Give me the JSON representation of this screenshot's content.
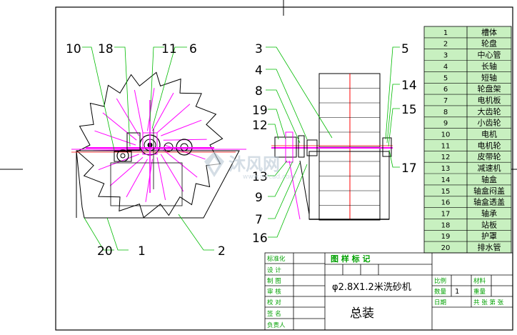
{
  "callouts": {
    "n10": "10",
    "n18": "18",
    "n11": "11",
    "n6": "6",
    "n3": "3",
    "n4": "4",
    "n8": "8",
    "n19": "19",
    "n12": "12",
    "n13": "13",
    "n9": "9",
    "n7": "7",
    "n16": "16",
    "n5": "5",
    "n14": "14",
    "n15": "15",
    "n17": "17",
    "n20": "20",
    "n1": "1",
    "n2": "2"
  },
  "parts_list": [
    {
      "no": "1",
      "name": "槽体"
    },
    {
      "no": "2",
      "name": "轮盘"
    },
    {
      "no": "3",
      "name": "中心管"
    },
    {
      "no": "4",
      "name": "长轴"
    },
    {
      "no": "5",
      "name": "短轴"
    },
    {
      "no": "6",
      "name": "轮盘架"
    },
    {
      "no": "7",
      "name": "电机板"
    },
    {
      "no": "8",
      "name": "大齿轮"
    },
    {
      "no": "9",
      "name": "小齿轮"
    },
    {
      "no": "10",
      "name": "电机"
    },
    {
      "no": "11",
      "name": "电机轮"
    },
    {
      "no": "12",
      "name": "皮带轮"
    },
    {
      "no": "13",
      "name": "减速机"
    },
    {
      "no": "14",
      "name": "轴盒"
    },
    {
      "no": "15",
      "name": "轴盒闷盖"
    },
    {
      "no": "16",
      "name": "轴盒透盖"
    },
    {
      "no": "17",
      "name": "轴承"
    },
    {
      "no": "18",
      "name": "站板"
    },
    {
      "no": "19",
      "name": "护罩"
    },
    {
      "no": "20",
      "name": "排水管"
    }
  ],
  "title_block": {
    "left_labels": [
      "标准化",
      "设 计",
      "制 图",
      "审 核",
      "校 对",
      "签 名",
      "负责人"
    ],
    "pattern_mark": "图 样 标 记",
    "machine_name": "φ2.8X1.2米洗砂机",
    "ratio_label": "比例",
    "material_label": "材料",
    "qty_label": "数量",
    "qty_value": "1",
    "weight_label": "重量",
    "date_label": "日期",
    "sheet_label": "共 张 第 张",
    "drawing_title": "总装"
  },
  "watermark": {
    "brand": "沐风网",
    "url": "www.mfcad.com"
  },
  "colors": {
    "line_black": "#000000",
    "magenta": "#ff00ff",
    "leader_green": "#00bb00",
    "red": "#ff0000",
    "parts_bg": "#c8f0c0",
    "title_green": "#00a000",
    "watermark": "#b8c8d4"
  }
}
